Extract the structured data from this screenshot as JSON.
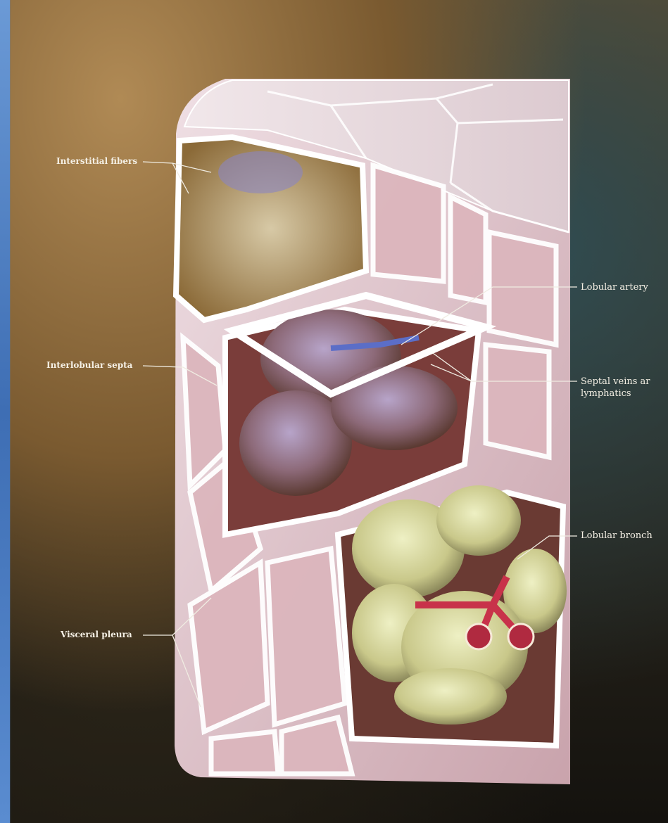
{
  "labels": {
    "interstitial_fibers": "Interstitial fibers",
    "interlobular_septa": "Interlobular septa",
    "visceral_pleura": "Visceral pleura",
    "lobular_artery": "Lobular artery",
    "septal_veins_line1": "Septal veins ar",
    "septal_veins_line2": "lymphatics",
    "lobular_bronch": "Lobular bronch"
  }
}
